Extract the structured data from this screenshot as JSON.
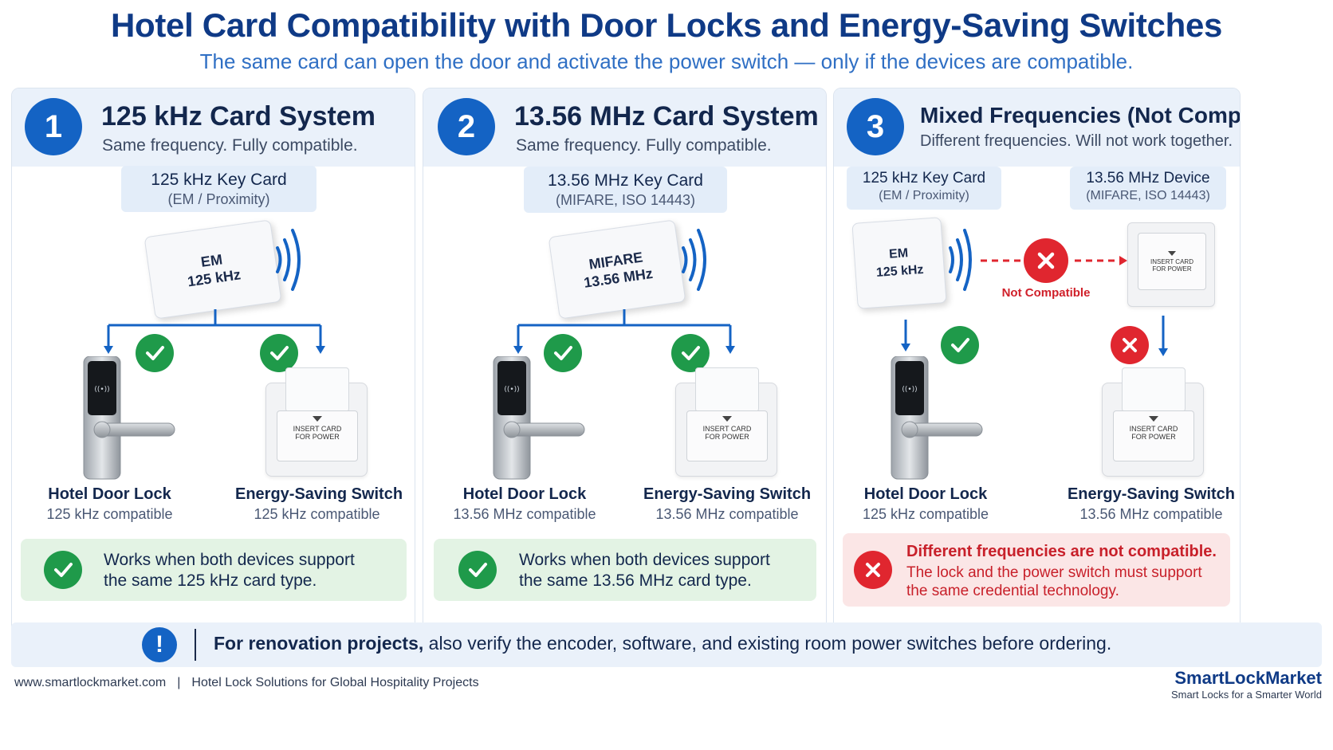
{
  "header": {
    "title": "Hotel Card Compatibility with Door Locks and Energy-Saving Switches",
    "subtitle": "The same card can open the door and activate the power switch — only if the devices are compatible."
  },
  "panels": [
    {
      "number": "1",
      "title": "125 kHz Card System",
      "subtitle": "Same frequency. Fully compatible.",
      "card_label_1": "125 kHz Key Card",
      "card_label_2": "(EM / Proximity)",
      "card_text_1": "EM",
      "card_text_2": "125 kHz",
      "lock_name": "Hotel Door Lock",
      "lock_compat": "125 kHz compatible",
      "switch_name": "Energy-Saving Switch",
      "switch_compat": "125 kHz compatible",
      "switch_text_1": "INSERT CARD",
      "switch_text_2": "FOR POWER",
      "result_1": "Works when both devices support",
      "result_2": "the same 125 kHz card type."
    },
    {
      "number": "2",
      "title": "13.56 MHz Card System",
      "subtitle": "Same frequency. Fully compatible.",
      "card_label_1": "13.56 MHz Key Card",
      "card_label_2": "(MIFARE, ISO 14443)",
      "card_text_1": "MIFARE",
      "card_text_2": "13.56 MHz",
      "lock_name": "Hotel Door Lock",
      "lock_compat": "13.56 MHz compatible",
      "switch_name": "Energy-Saving Switch",
      "switch_compat": "13.56 MHz compatible",
      "switch_text_1": "INSERT CARD",
      "switch_text_2": "FOR POWER",
      "result_1": "Works when both devices support",
      "result_2": "the same 13.56 MHz card type."
    },
    {
      "number": "3",
      "title": "Mixed Frequencies (Not Compatible)",
      "subtitle": "Different frequencies. Will not work together.",
      "card_label_1": "125 kHz Key Card",
      "card_label_2": "(EM / Proximity)",
      "device_label_1": "13.56 MHz Device",
      "device_label_2": "(MIFARE, ISO 14443)",
      "card_text_1": "EM",
      "card_text_2": "125 kHz",
      "not_compatible": "Not Compatible",
      "lock_name": "Hotel Door Lock",
      "lock_compat": "125 kHz compatible",
      "switch_name": "Energy-Saving Switch",
      "switch_compat": "13.56 MHz compatible",
      "switch_text_1": "INSERT CARD",
      "switch_text_2": "FOR POWER",
      "result_1": "Different frequencies are not compatible.",
      "result_2": "The lock and the power switch must support",
      "result_3": "the same credential technology."
    }
  ],
  "notice": {
    "icon": "!",
    "bold": "For renovation projects,",
    "text": " also verify the encoder, software, and existing room power switches before ordering."
  },
  "footer": {
    "url": "www.smartlockmarket.com",
    "separator": "|",
    "tagline": "Hotel Lock Solutions for Global Hospitality Projects",
    "brand": "SmartLockMarket",
    "brand_tagline": "Smart Locks for a Smarter World"
  },
  "colors": {
    "primary": "#1463c4",
    "title": "#0f3a86",
    "success": "#1f9a4a",
    "error": "#e0262f"
  }
}
